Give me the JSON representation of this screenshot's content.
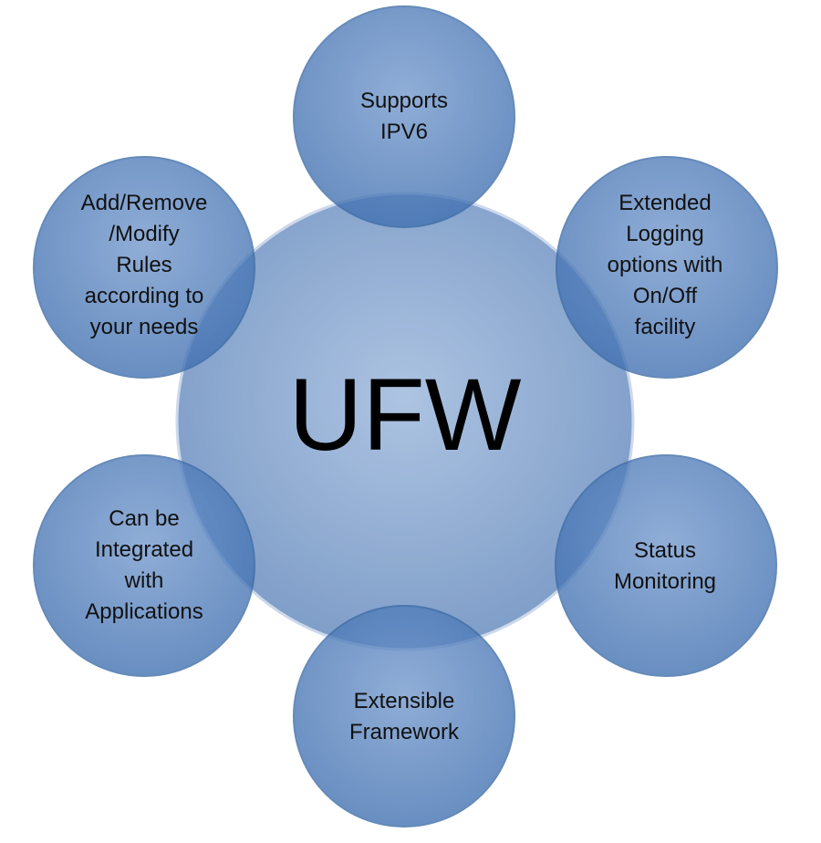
{
  "center": {
    "label": "UFW"
  },
  "nodes": [
    {
      "id": "ipv6",
      "lines": [
        "Supports",
        "IPV6"
      ]
    },
    {
      "id": "logging",
      "lines": [
        "Extended",
        "Logging",
        "options with",
        "On/Off",
        "facility"
      ]
    },
    {
      "id": "status",
      "lines": [
        "Status",
        "Monitoring"
      ]
    },
    {
      "id": "extensible",
      "lines": [
        "Extensible",
        "Framework"
      ]
    },
    {
      "id": "integration",
      "lines": [
        "Can be",
        "Integrated",
        "with",
        "Applications"
      ]
    },
    {
      "id": "rules",
      "lines": [
        "Add/Remove",
        "/Modify",
        "Rules",
        "according to",
        "your needs"
      ]
    }
  ],
  "colors": {
    "center": "#8fabd3",
    "node": "#4f7fbf",
    "node_edge": "#3a6aa6"
  }
}
